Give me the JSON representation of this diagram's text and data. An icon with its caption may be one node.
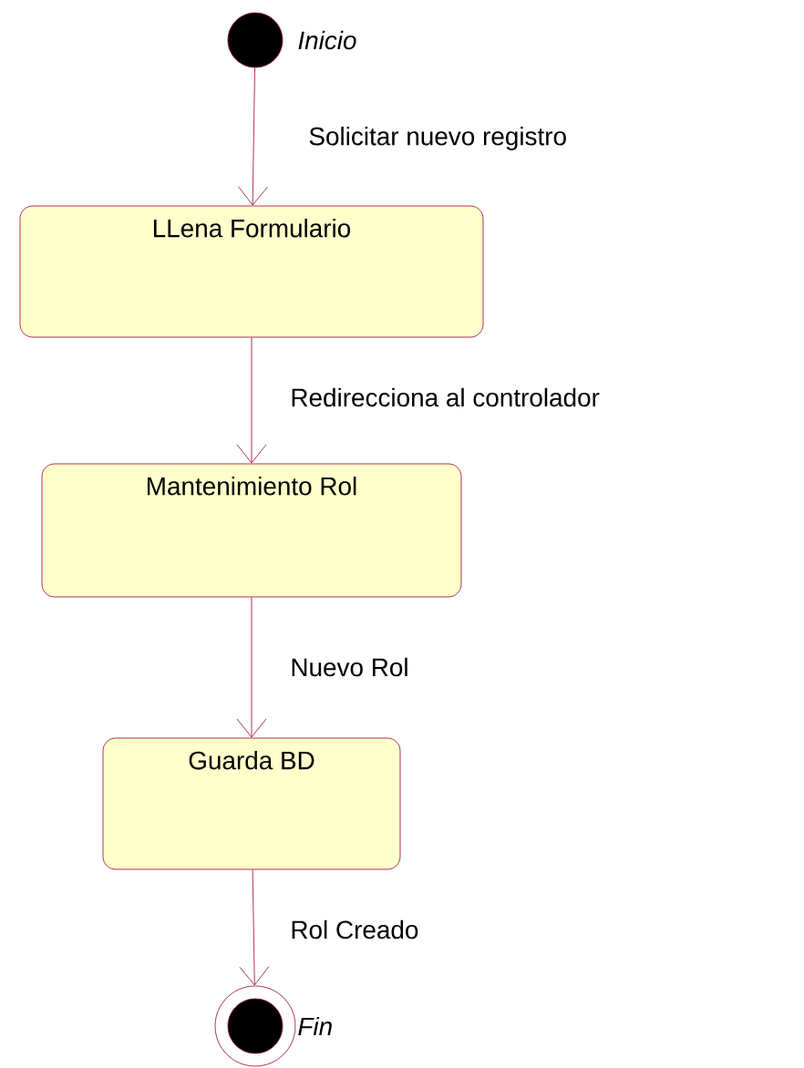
{
  "diagram": {
    "nodes": [
      {
        "text": [],
        "shape": "circle",
        "beside": [
          "Inicio"
        ]
      },
      {
        "text": [
          "LLena Formulario"
        ]
      },
      {
        "text": [
          "Mantenimiento Rol"
        ]
      },
      {
        "text": [
          "Guarda BD"
        ]
      },
      {
        "text": [],
        "shape": "circle",
        "beside": [
          "Fin"
        ]
      }
    ],
    "edges": [
      {
        "from": 0,
        "to": 1,
        "arrow": "to",
        "label": "Solicitar nuevo registro"
      },
      {
        "from": 1,
        "to": 2,
        "arrow": "to",
        "label": "Redirecciona al controlador"
      },
      {
        "from": 2,
        "to": 3,
        "arrow": "to",
        "label": "Nuevo Rol"
      },
      {
        "from": 3,
        "to": 4,
        "arrow": "to",
        "label": "Rol Creado"
      }
    ]
  }
}
